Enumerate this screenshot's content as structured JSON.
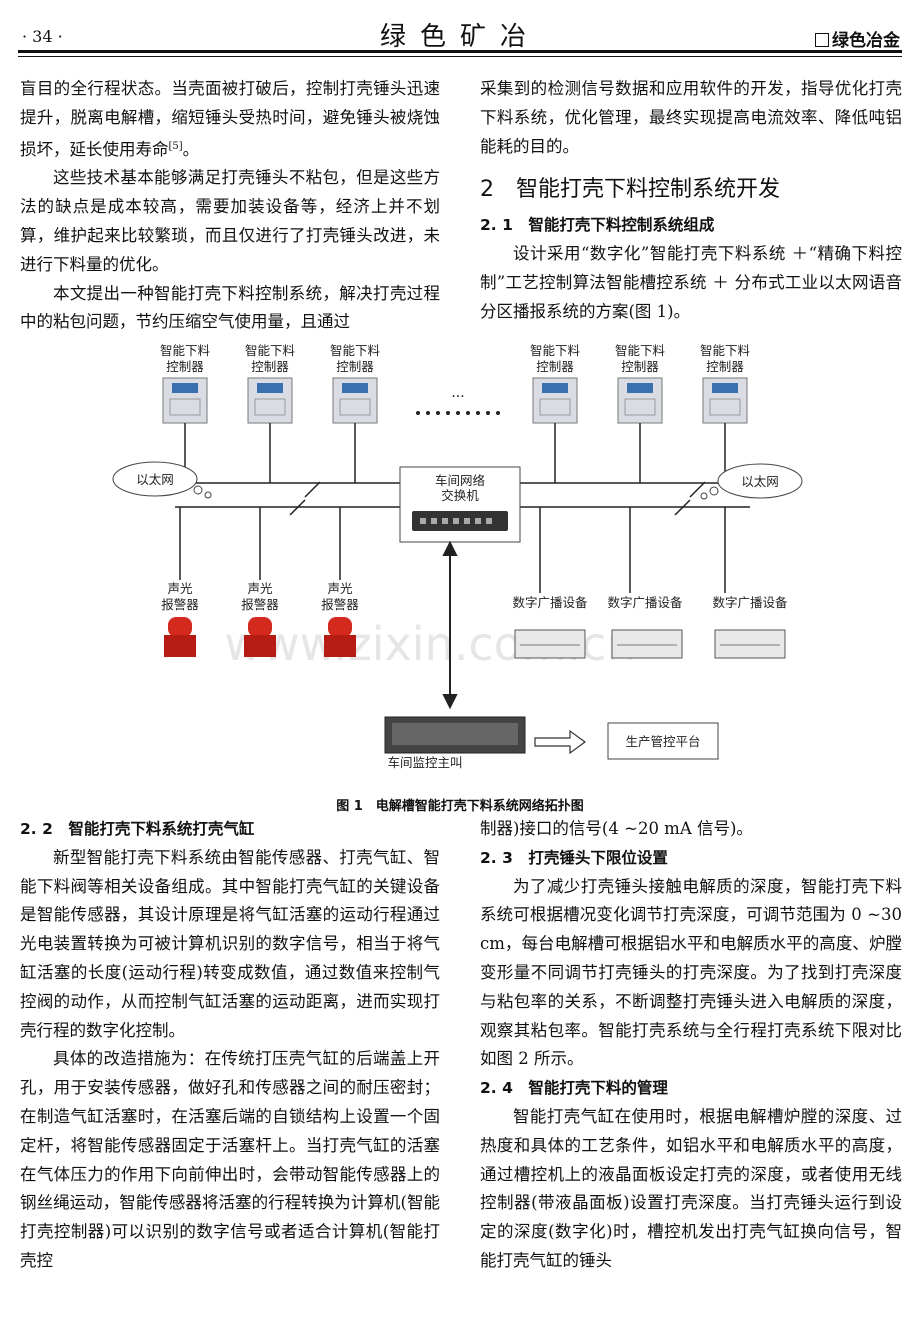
{
  "header": {
    "page_number": "· 34 ·",
    "journal_title": "绿色矿冶",
    "section": "绿色冶金"
  },
  "left_top": [
    "盲目的全行程状态。当壳面被打破后，控制打壳锤头迅速提升，脱离电解槽，缩短锤头受热时间，避免锤头被烧蚀损坏，延长使用寿命",
    "这些技术基本能够满足打壳锤头不粘包，但是这些方法的缺点是成本较高，需要加装设备等，经济上并不划算，维护起来比较繁琐，而且仅进行了打壳锤头改进，未进行下料量的优化。",
    "本文提出一种智能打壳下料控制系统，解决打壳过程中的粘包问题，节约压缩空气使用量，且通过"
  ],
  "ref_mark": "[5]",
  "ref_tail": "。",
  "right_top": {
    "para": "采集到的检测信号数据和应用软件的开发，指导优化打壳下料系统，优化管理，最终实现提高电流效率、降低吨铝能耗的目的。",
    "section2_title": "2　智能打壳下料控制系统开发",
    "s21_title": "2. 1　智能打壳下料控制系统组成",
    "s21_text": "设计采用“数字化”智能打壳下料系统 ＋“精确下料控制”工艺控制算法智能槽控系统 ＋ 分布式工业以太网语音分区播报系统的方案(图 1)。"
  },
  "figure": {
    "controller_label_1": "智能下料",
    "controller_label_2": "控制器",
    "ellipsis_top": "···",
    "ethernet": "以太网",
    "switch_1": "车间网络",
    "switch_2": "交换机",
    "alarm_1": "声光",
    "alarm_2": "报警器",
    "broadcast": "数字广播设备",
    "host": "车间监控主叫",
    "platform": "生产管控平台",
    "watermark": "www.zixin.com.cn",
    "caption": "图 1　电解槽智能打壳下料系统网络拓扑图"
  },
  "left_bottom": {
    "s22_title": "2. 2　智能打壳下料系统打壳气缸",
    "p1": "新型智能打壳下料系统由智能传感器、打壳气缸、智能下料阀等相关设备组成。其中智能打壳气缸的关键设备是智能传感器，其设计原理是将气缸活塞的运动行程通过光电装置转换为可被计算机识别的数字信号，相当于将气缸活塞的长度(运动行程)转变成数值，通过数值来控制气控阀的动作，从而控制气缸活塞的运动距离，进而实现打壳行程的数字化控制。",
    "p2": "具体的改造措施为：在传统打压壳气缸的后端盖上开孔，用于安装传感器，做好孔和传感器之间的耐压密封；在制造气缸活塞时，在活塞后端的自锁结构上设置一个固定杆，将智能传感器固定于活塞杆上。当打壳气缸的活塞在气体压力的作用下向前伸出时，会带动智能传感器上的钢丝绳运动，智能传感器将活塞的行程转换为计算机(智能打壳控制器)可以识别的数字信号或者适合计算机(智能打壳控"
  },
  "right_bottom": {
    "p0": "制器)接口的信号(4 ~20 mA 信号)。",
    "s23_title": "2. 3　打壳锤头下限位设置",
    "p1": "为了减少打壳锤头接触电解质的深度，智能打壳下料系统可根据槽况变化调节打壳深度，可调节范围为 0 ~30 cm，每台电解槽可根据铝水平和电解质水平的高度、炉膛变形量不同调节打壳锤头的打壳深度。为了找到打壳深度与粘包率的关系，不断调整打壳锤头进入电解质的深度，观察其粘包率。智能打壳系统与全行程打壳系统下限对比如图 2 所示。",
    "s24_title": "2. 4　智能打壳下料的管理",
    "p2": "智能打壳气缸在使用时，根据电解槽炉膛的深度、过热度和具体的工艺条件，如铝水平和电解质水平的高度，通过槽控机上的液晶面板设定打壳的深度，或者使用无线控制器(带液晶面板)设置打壳深度。当打壳锤头运行到设定的深度(数字化)时，槽控机发出打壳气缸换向信号，智能打壳气缸的锤头"
  }
}
